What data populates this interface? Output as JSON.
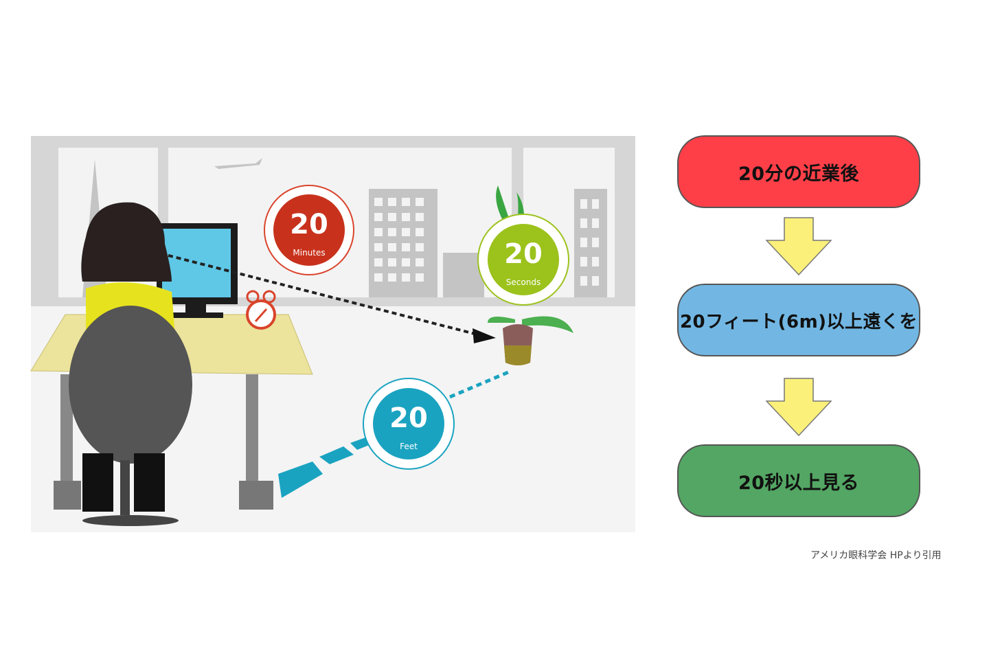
{
  "illustration": {
    "badges": [
      {
        "number": "20",
        "label": "Minutes",
        "color": "#c8321c"
      },
      {
        "number": "20",
        "label": "Seconds",
        "color": "#9cc21c"
      },
      {
        "number": "20",
        "label": "Feet",
        "color": "#1aa3c0"
      }
    ]
  },
  "flow": {
    "steps": [
      {
        "text": "20分の近業後",
        "color": "#ff3f48"
      },
      {
        "text": "20フィート(6m)以上遠くを",
        "color": "#72b7e3"
      },
      {
        "text": "20秒以上見る",
        "color": "#53a663"
      }
    ],
    "arrow_color": "#fbf07a"
  },
  "credit": "アメリカ眼科学会 HPより引用"
}
